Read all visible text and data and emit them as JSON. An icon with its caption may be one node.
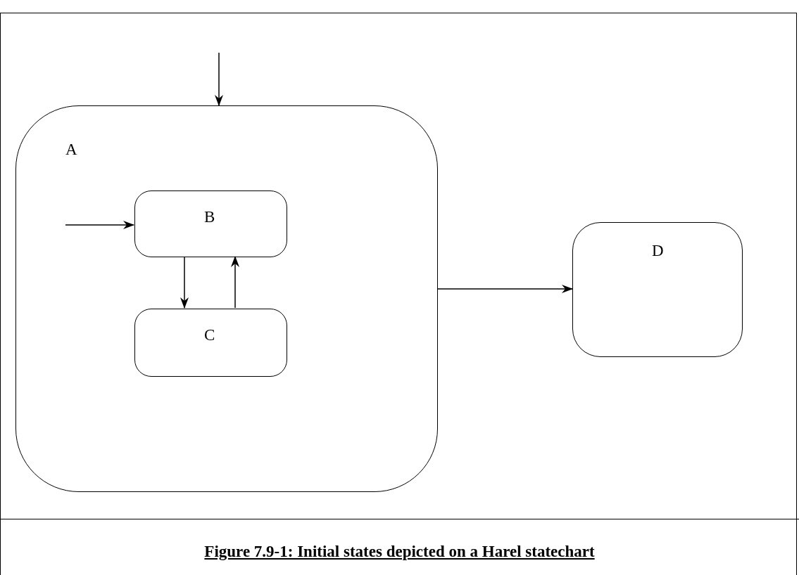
{
  "diagram": {
    "caption": "Figure 7.9-1: Initial states depicted on a Harel statechart",
    "nodes": [
      {
        "text": [
          "A"
        ]
      },
      {
        "text": [
          "B"
        ],
        "in": 0
      },
      {
        "text": [
          "C"
        ],
        "in": 0
      },
      {
        "text": [
          "D"
        ]
      }
    ],
    "edges": [
      {
        "from": null,
        "to": 0,
        "arrow": "to"
      },
      {
        "from": null,
        "to": 1,
        "arrow": "to"
      },
      {
        "from": 1,
        "to": 2,
        "arrow": "to"
      },
      {
        "from": 2,
        "to": 1,
        "arrow": "to"
      },
      {
        "from": 0,
        "to": 3,
        "arrow": "to"
      }
    ]
  }
}
